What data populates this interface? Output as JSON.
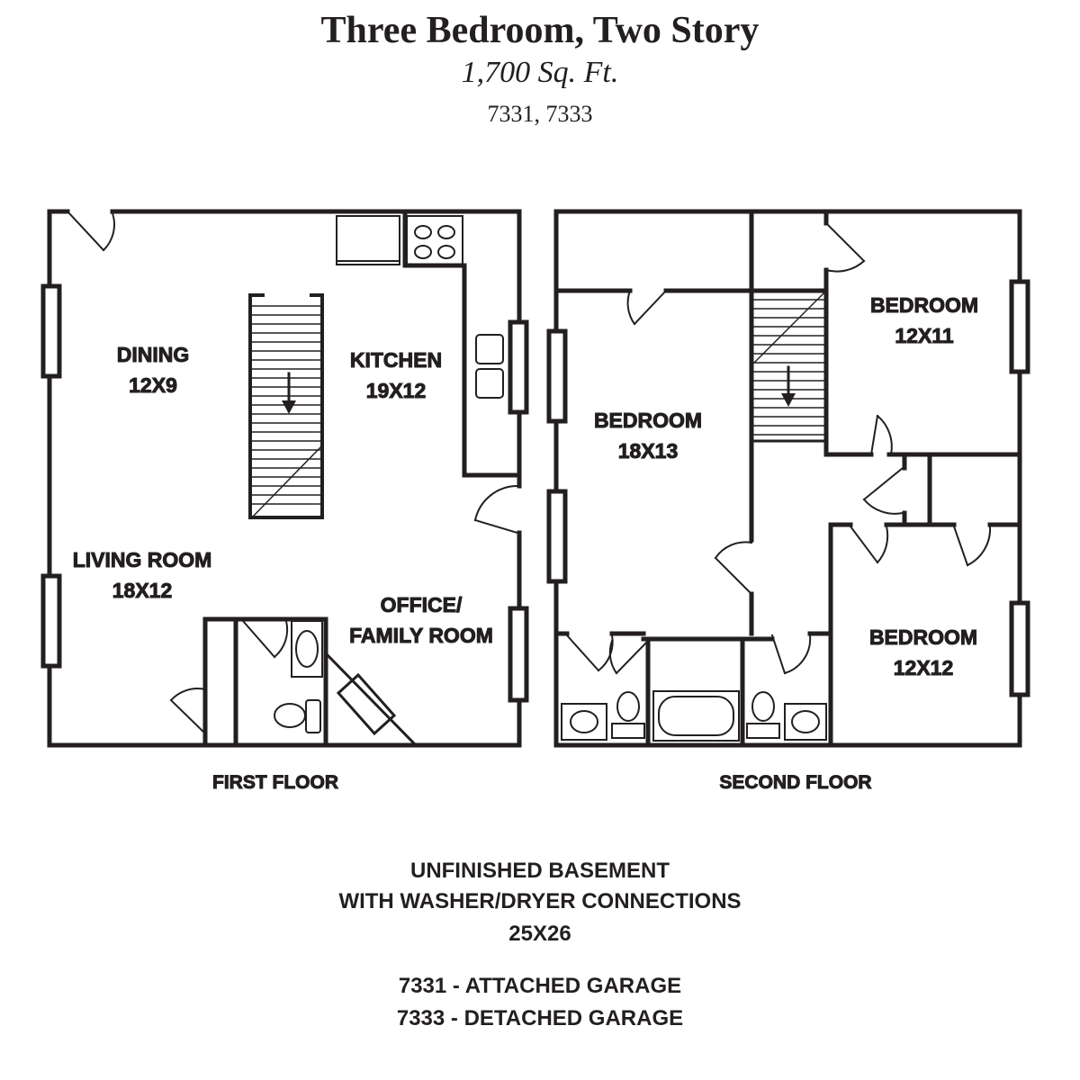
{
  "header": {
    "title": "Three Bedroom, Two Story",
    "subtitle": "1,700 Sq. Ft.",
    "units": "7331, 7333"
  },
  "first_floor": {
    "caption": "FIRST  FLOOR",
    "rooms": [
      {
        "name": "DINING",
        "size": "12X9"
      },
      {
        "name": "KITCHEN",
        "size": "19X12"
      },
      {
        "name": "LIVING ROOM",
        "size": "18X12"
      },
      {
        "name": "OFFICE/",
        "size": "FAMILY ROOM"
      }
    ]
  },
  "second_floor": {
    "caption": "SECOND FLOOR",
    "rooms": [
      {
        "name": "BEDROOM",
        "size": "12X11"
      },
      {
        "name": "BEDROOM",
        "size": "18X13"
      },
      {
        "name": "BEDROOM",
        "size": "12X12"
      }
    ]
  },
  "notes": {
    "basement": [
      "UNFINISHED BASEMENT",
      "WITH WASHER/DRYER CONNECTIONS",
      "25X26"
    ],
    "garages": [
      "7331 - ATTACHED GARAGE",
      "7333 - DETACHED GARAGE"
    ]
  },
  "colors": {
    "ink": "#231f20",
    "background": "#ffffff"
  }
}
